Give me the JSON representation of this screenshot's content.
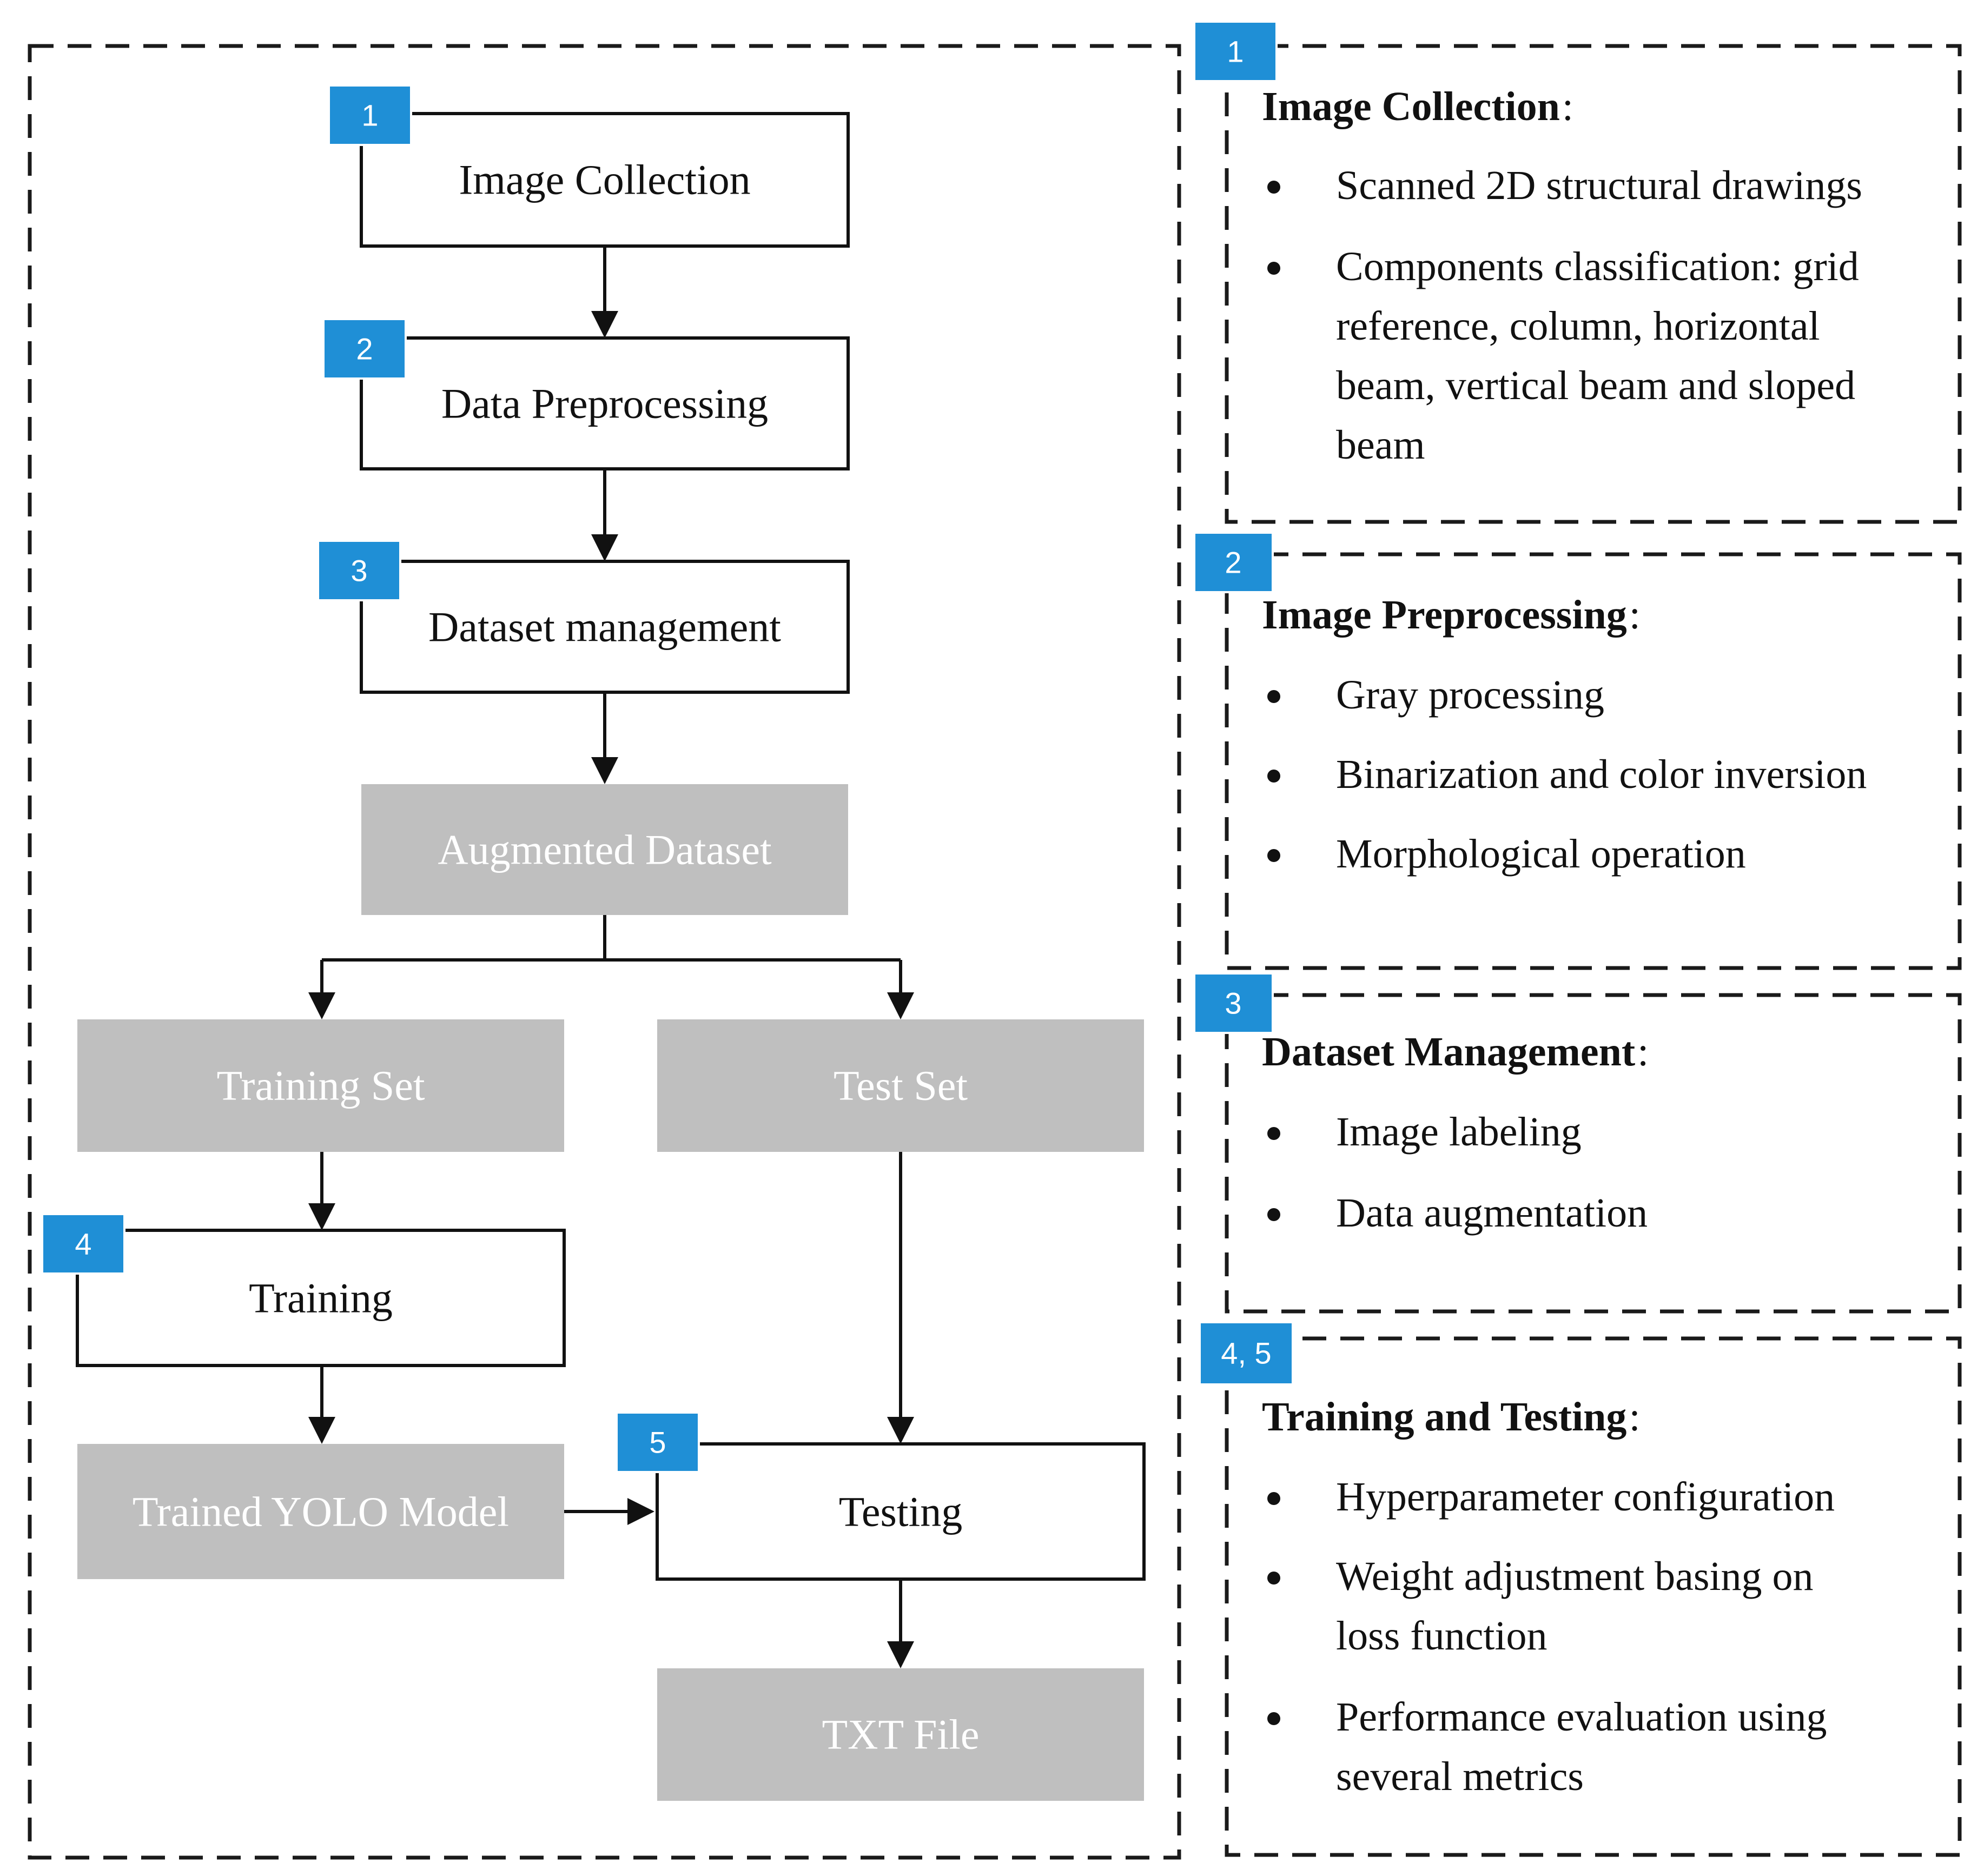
{
  "nodes": {
    "image_collection": {
      "badge": "1",
      "label": "Image Collection"
    },
    "data_preprocessing": {
      "badge": "2",
      "label": "Data Preprocessing"
    },
    "dataset_management": {
      "badge": "3",
      "label": "Dataset management"
    },
    "augmented_dataset": {
      "label": "Augmented Dataset"
    },
    "training_set": {
      "label": "Training Set"
    },
    "test_set": {
      "label": "Test Set"
    },
    "training": {
      "badge": "4",
      "label": "Training"
    },
    "trained_model": {
      "label": "Trained YOLO Model"
    },
    "testing": {
      "badge": "5",
      "label": "Testing"
    },
    "txt_file": {
      "label": "TXT File"
    }
  },
  "panels": [
    {
      "badge": "1",
      "title": "Image Collection",
      "title_suffix": ":",
      "items": [
        [
          "Scanned 2D structural drawings"
        ],
        [
          "Components classification: grid",
          "reference, column, horizontal",
          "beam, vertical beam and sloped",
          "beam"
        ]
      ]
    },
    {
      "badge": "2",
      "title": "Image Preprocessing",
      "title_suffix": ":",
      "items": [
        [
          "Gray processing"
        ],
        [
          "Binarization and color inversion"
        ],
        [
          "Morphological operation"
        ]
      ]
    },
    {
      "badge": "3",
      "title": "Dataset Management",
      "title_suffix": ":",
      "items": [
        [
          "Image labeling"
        ],
        [
          "Data augmentation"
        ]
      ]
    },
    {
      "badge": "4, 5",
      "title": "Training and Testing",
      "title_suffix": ":",
      "items": [
        [
          "Hyperparameter configuration"
        ],
        [
          "Weight adjustment basing on",
          "loss function"
        ],
        [
          "Performance evaluation using",
          "several metrics"
        ]
      ]
    }
  ],
  "colors": {
    "badge": "#1f8fd6",
    "gray_box": "#bfbfbf",
    "gray_text": "#ffffff",
    "line": "#111111"
  }
}
